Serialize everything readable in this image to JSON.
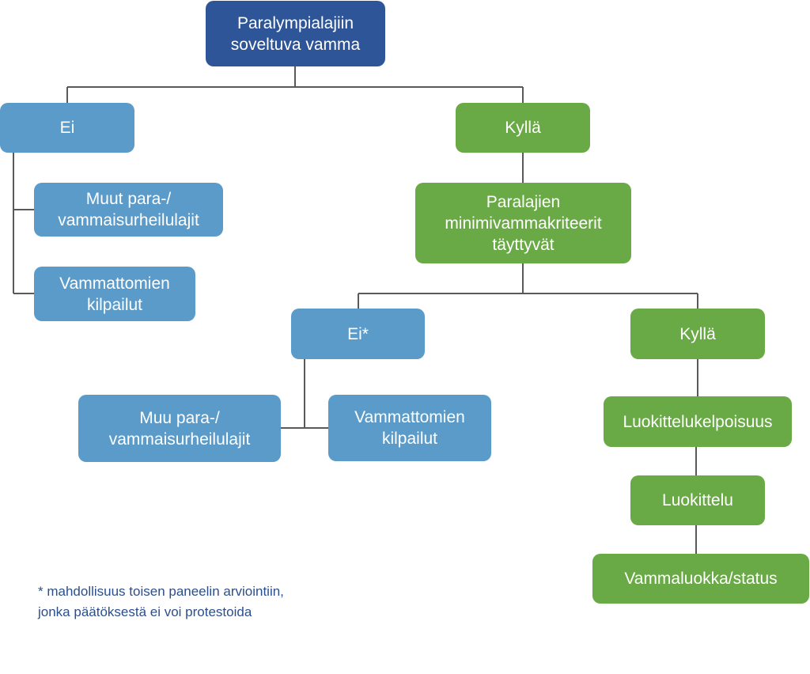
{
  "colors": {
    "root": "#2e5597",
    "no_branch": "#5b9bc9",
    "yes_branch": "#6aaa46",
    "line": "#595959",
    "footnote": "#2b4f8c"
  },
  "root": {
    "lines": [
      "Paralympialajiin",
      "soveltuva vamma"
    ]
  },
  "left": {
    "label": "Ei",
    "children": [
      {
        "lines": [
          "Muut para-/",
          "vammaisurheilulajit"
        ]
      },
      {
        "lines": [
          "Vammattomien",
          "kilpailut"
        ]
      }
    ]
  },
  "right": {
    "label": "Kyllä",
    "criteria": {
      "lines": [
        "Paralajien",
        "minimivammakriteerit",
        "täyttyvät"
      ]
    },
    "no": {
      "label": "Ei*",
      "children": [
        {
          "lines": [
            "Muu para-/",
            "vammaisurheilulajit"
          ]
        },
        {
          "lines": [
            "Vammattomien",
            "kilpailut"
          ]
        }
      ]
    },
    "yes": {
      "label": "Kyllä",
      "steps": [
        "Luokittelukelpoisuus",
        "Luokittelu",
        "Vammaluokka/status"
      ]
    }
  },
  "footnote": {
    "lines": [
      "* mahdollisuus toisen paneelin arviointiin,",
      "jonka päätöksestä ei voi protestoida"
    ]
  }
}
